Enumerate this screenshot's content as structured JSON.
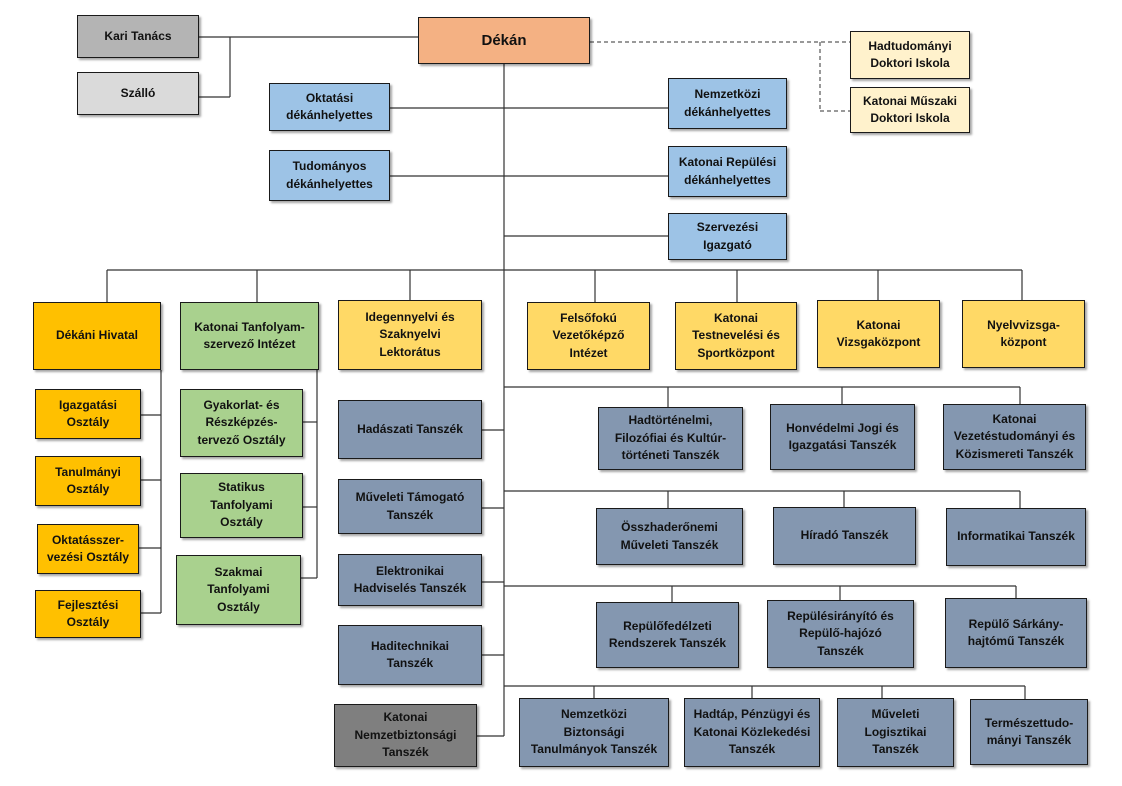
{
  "header": {
    "kari_tanacs": "Kari Tanács",
    "szallo": "Szálló",
    "dekan": "Dékán",
    "hadtudomanyi_doktori": "Hadtudományi\nDoktori Iskola",
    "katonai_muszaki_doktori": "Katonai Műszaki\nDoktori Iskola"
  },
  "deputies": {
    "oktatasi": "Oktatási\ndékánhelyettes",
    "tudomanyos": "Tudományos\ndékánhelyettes",
    "nemzetkozi": "Nemzetközi\ndékánhelyettes",
    "katonai_repulesi": "Katonai Repülési\ndékánhelyettes",
    "szervezesi": "Szervezési\nIgazgató"
  },
  "units": {
    "dekani_hivatal": "Dékáni Hivatal",
    "katonai_tanfolyam": "Katonai Tanfolyam-\nszervező Intézet",
    "idegennyelvi": "Idegennyelvi és\nSzaknyelvi\nLektorátus",
    "felsofoku": "Felsőfokú\nVezetőképző\nIntézet",
    "testneveles": "Katonai\nTestnevelési és\nSportközpont",
    "vizsgakozpont": "Katonai\nVizsgaközpont",
    "nyelvvizsga": "Nyelvvizsga-\nközpont"
  },
  "offices": {
    "igazgatasi": "Igazgatási\nOsztály",
    "tanulmanyi": "Tanulmányi\nOsztály",
    "oktatasszervezesi": "Oktatásszer-\nvezési Osztály",
    "fejlesztesi": "Fejlesztési\nOsztály"
  },
  "course_depts": {
    "gyakorlat": "Gyakorlat- és\nRészképzés-\ntervező Osztály",
    "statikus": "Statikus\nTanfolyami\nOsztály",
    "szakmai": "Szakmai\nTanfolyami\nOsztály"
  },
  "departments": {
    "hadaszati": "Hadászati Tanszék",
    "muveleti_tamogato": "Műveleti Támogató\nTanszék",
    "elektronikai": "Elektronikai\nHadviselés Tanszék",
    "haditechnikai": "Haditechnikai\nTanszék",
    "nemzetbiztonsagi": "Katonai\nNemzetbiztonsági\nTanszék",
    "hadtorteneti": "Hadtörténelmi,\nFilozófiai és Kultúr-\ntörténeti Tanszék",
    "honvedelmi_jogi": "Honvédelmi Jogi és\nIgazgatási Tanszék",
    "vezetestudomanyi": "Katonai\nVezetéstudományi és\nKözismereti Tanszék",
    "osszhaderonemi": "Összhaderőnemi\nMűveleti Tanszék",
    "hirado": "Híradó Tanszék",
    "informatikai": "Informatikai Tanszék",
    "repulofedelzeti": "Repülőfedélzeti\nRendszerek Tanszék",
    "repulesiranyito": "Repülésirányító és\nRepülő-hajózó\nTanszék",
    "sarkanyhajtomu": "Repülő Sárkány-\nhajtómű Tanszék",
    "nemzetkozi_biztonsagi": "Nemzetközi\nBiztonsági\nTanulmányok Tanszék",
    "hadtap": "Hadtáp, Pénzügyi és\nKatonai Közlekedési\nTanszék",
    "muveleti_logisztikai": "Műveleti\nLogisztikai\nTanszék",
    "termeszettudomanyi": "Természettudo-\nmányi Tanszék"
  },
  "colors": {
    "top_gray": "#b4b4b4",
    "dean": "#f4b183",
    "doctoral": "#fff2cc",
    "deputy": "#9dc3e6",
    "office": "#ffc000",
    "course": "#a9d18e",
    "unit": "#ffd966",
    "department": "#8497b0",
    "security": "#7f7f7f"
  }
}
